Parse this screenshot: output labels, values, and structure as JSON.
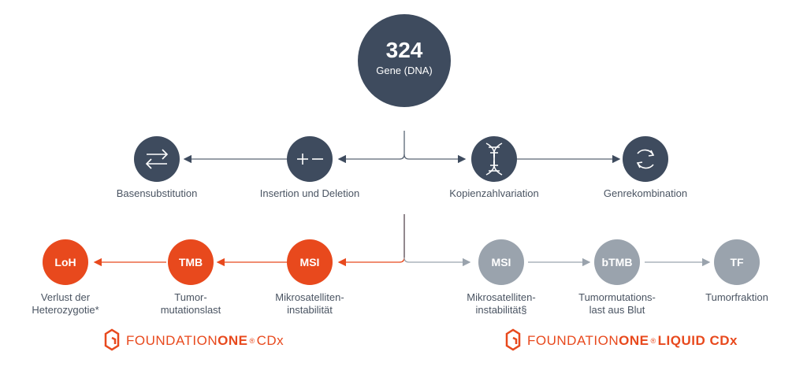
{
  "colors": {
    "navy": "#3e4b5e",
    "orange": "#e8491d",
    "grey": "#9aa3ad",
    "line": "#5b6675",
    "text": "#4a5462"
  },
  "center": {
    "number": "324",
    "label": "Gene (DNA)"
  },
  "alterations": [
    {
      "label": "Basensubstitution",
      "icon": "swap-arrows-icon"
    },
    {
      "label": "Insertion und Deletion",
      "icon": "plus-minus-icon"
    },
    {
      "label": "Kopienzahlvariation",
      "icon": "dna-helix-icon"
    },
    {
      "label": "Genrekombination",
      "icon": "circular-arrows-icon"
    }
  ],
  "cdx_markers": [
    {
      "abbr": "LoH",
      "label_lines": [
        "Verlust der",
        "Heterozygotie*"
      ]
    },
    {
      "abbr": "TMB",
      "label_lines": [
        "Tumor-",
        "mutationslast"
      ]
    },
    {
      "abbr": "MSI",
      "label_lines": [
        "Mikrosatelliten-",
        "instabilität"
      ]
    }
  ],
  "liquid_markers": [
    {
      "abbr": "MSI",
      "label_lines": [
        "Mikrosatelliten-",
        "instabilität§"
      ]
    },
    {
      "abbr": "bTMB",
      "label_lines": [
        "Tumormutations-",
        "last aus Blut"
      ]
    },
    {
      "abbr": "TF",
      "label_lines": [
        "Tumorfraktion"
      ]
    }
  ],
  "brands": {
    "cdx": {
      "part1": "FOUNDATION",
      "part2": "ONE",
      "reg": "®",
      "part3": " CDx"
    },
    "liquid": {
      "part1": "FOUNDATION",
      "part2": "ONE",
      "reg": "®",
      "part3": "LIQUID CDx"
    }
  }
}
